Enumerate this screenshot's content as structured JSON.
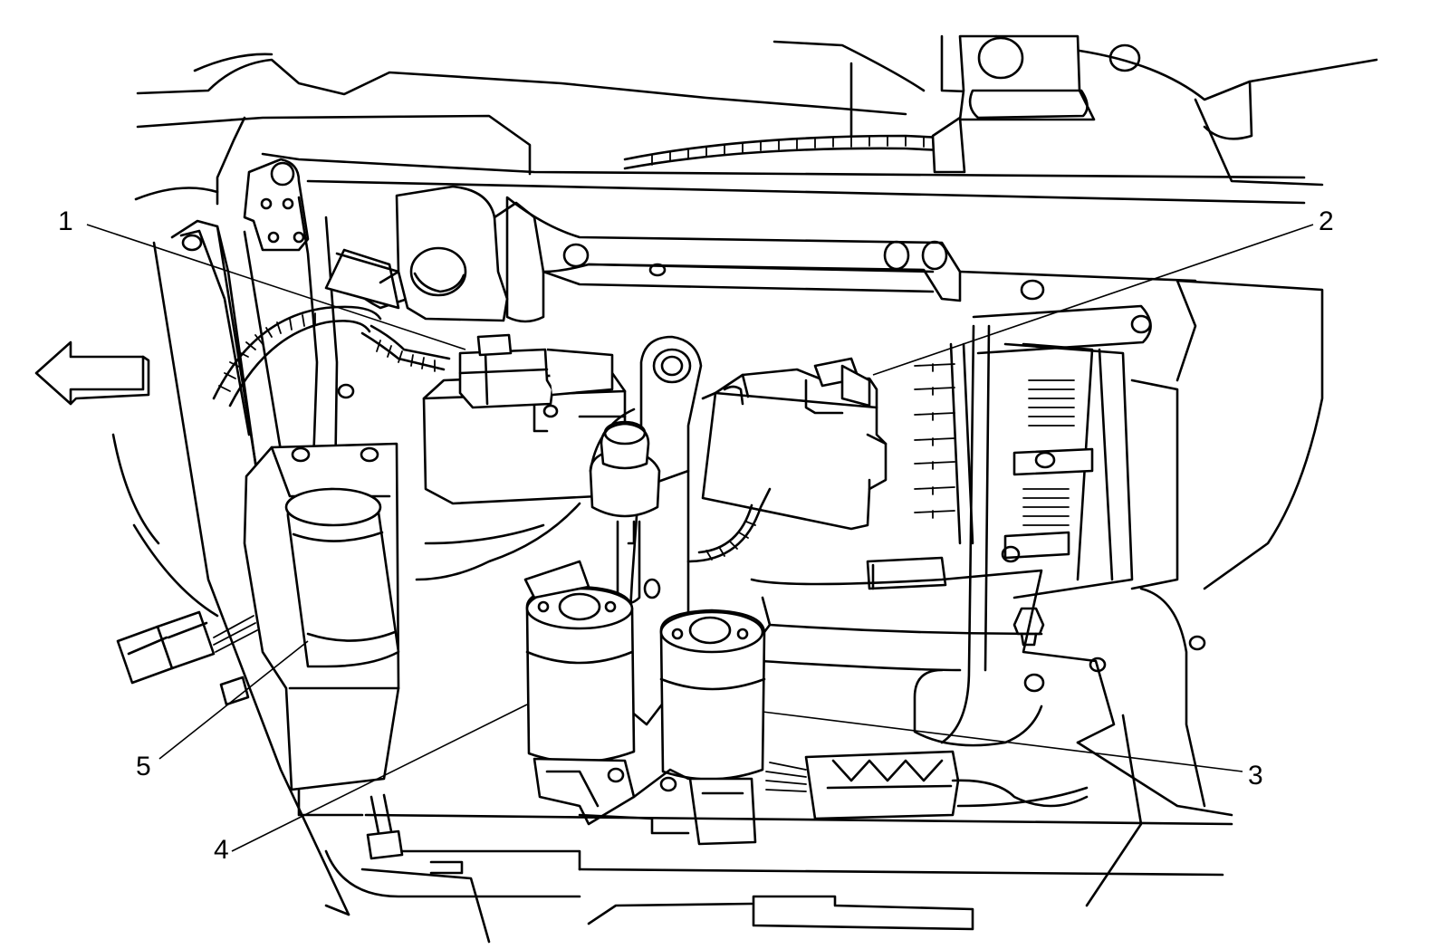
{
  "callouts": [
    {
      "id": "1",
      "label": "1"
    },
    {
      "id": "2",
      "label": "2"
    },
    {
      "id": "3",
      "label": "3"
    },
    {
      "id": "4",
      "label": "4"
    },
    {
      "id": "5",
      "label": "5"
    }
  ],
  "direction_arrow": {
    "icon": "arrow-left-icon",
    "points": "left"
  },
  "line_color": "#000000",
  "background_color": "#ffffff"
}
